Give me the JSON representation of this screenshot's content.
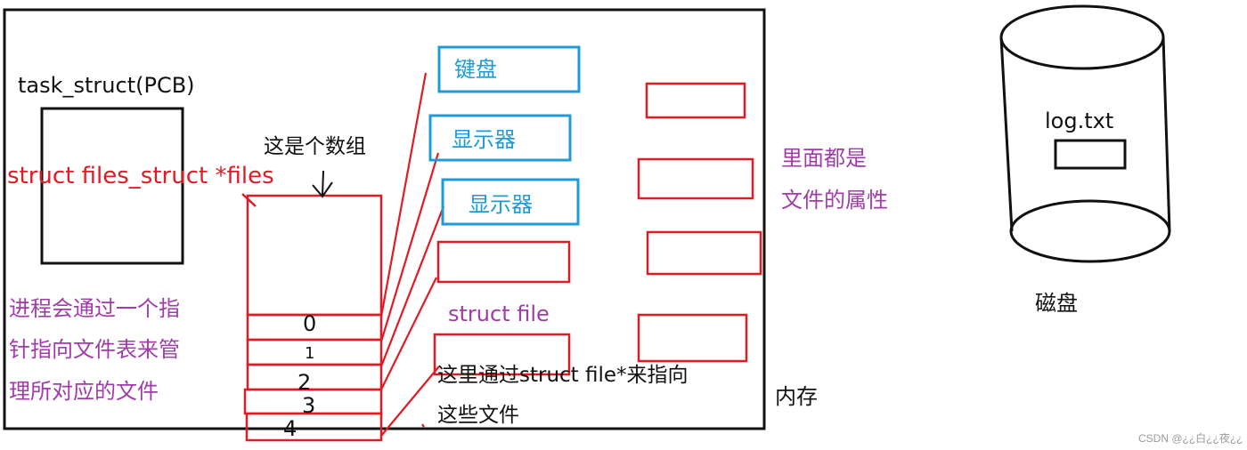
{
  "colors": {
    "black": "#111111",
    "red": "#e01b24",
    "blue": "#1e9bd7",
    "purple": "#a03ca8",
    "watermark": "#999999"
  },
  "labels": {
    "pcb_title": "task_struct(PCB)",
    "files_ptr": "struct files_struct *files",
    "array_note": "这是个数组",
    "process_note_line1": "进程会通过一个指",
    "process_note_line2": "针指向文件表来管",
    "process_note_line3": "理所对应的文件",
    "keyboard": "键盘",
    "display_1": "显示器",
    "display_2": "显示器",
    "struct_file": "struct file",
    "pointer_note_line1": "这里通过struct file*来指向",
    "pointer_note_line2": "这些文件",
    "attr_note_line1": "里面都是",
    "attr_note_line2": "文件的属性",
    "memory": "内存",
    "disk_file": "log.txt",
    "disk": "磁盘",
    "watermark": "CSDN @¿¿白¿¿夜¿¿"
  },
  "array_indices": [
    "0",
    "1",
    "2",
    "3",
    "4"
  ]
}
